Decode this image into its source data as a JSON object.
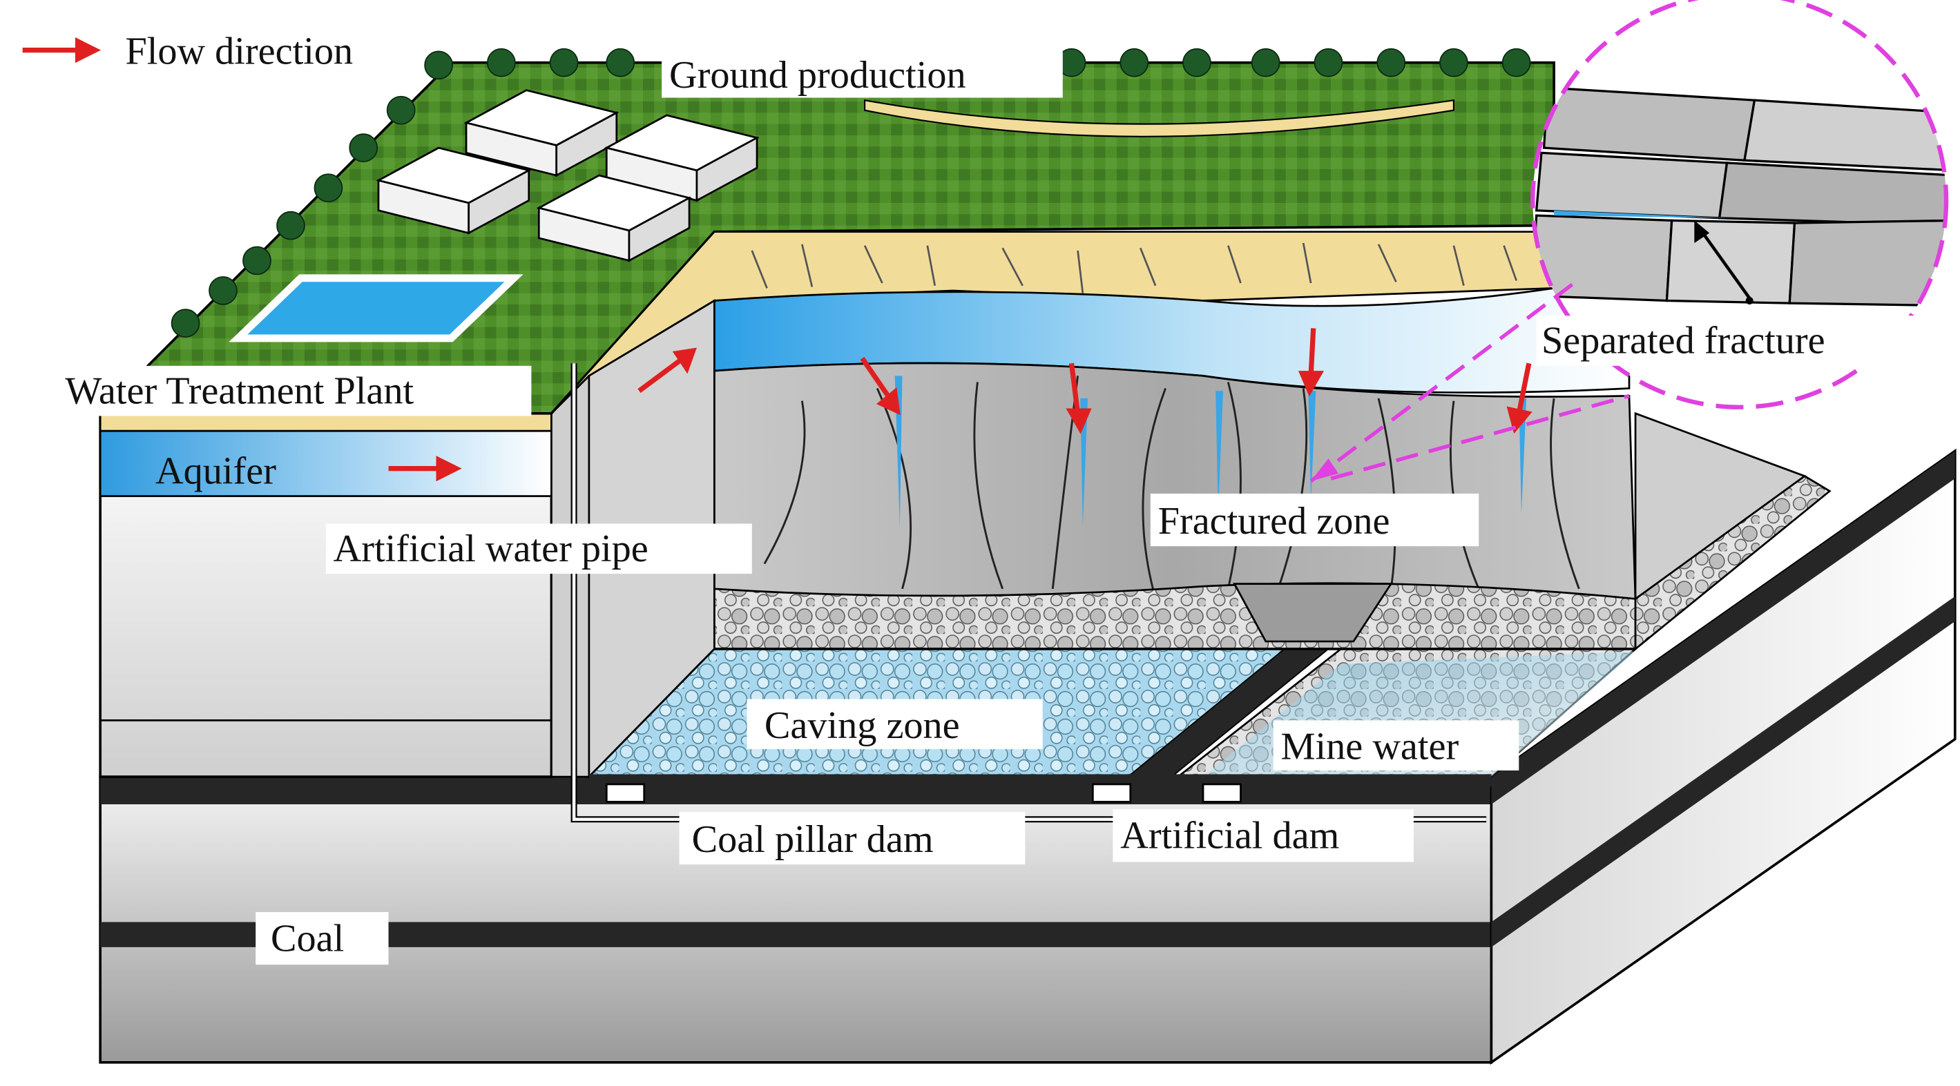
{
  "legend": {
    "flow_direction": "Flow direction"
  },
  "labels": {
    "ground_production": "Ground production",
    "water_treatment_plant": "Water Treatment Plant",
    "aquifer": "Aquifer",
    "artificial_water_pipe": "Artificial water pipe",
    "fractured_zone": "Fractured zone",
    "separated_fracture": "Separated fracture",
    "caving_zone": "Caving zone",
    "mine_water": "Mine water",
    "coal_pillar_dam": "Coal pillar dam",
    "artificial_dam": "Artificial dam",
    "coal": "Coal"
  },
  "colors": {
    "flow_arrow": "#e02020",
    "zoom_circle": "#e040e0",
    "grass": "#4f8f2a",
    "sand": "#f1dc9a",
    "aquifer_blue": "#3aa6e6",
    "rock_gray": "#b8b8b8",
    "coal_black": "#262626",
    "mine_water": "#bfe6f5"
  }
}
